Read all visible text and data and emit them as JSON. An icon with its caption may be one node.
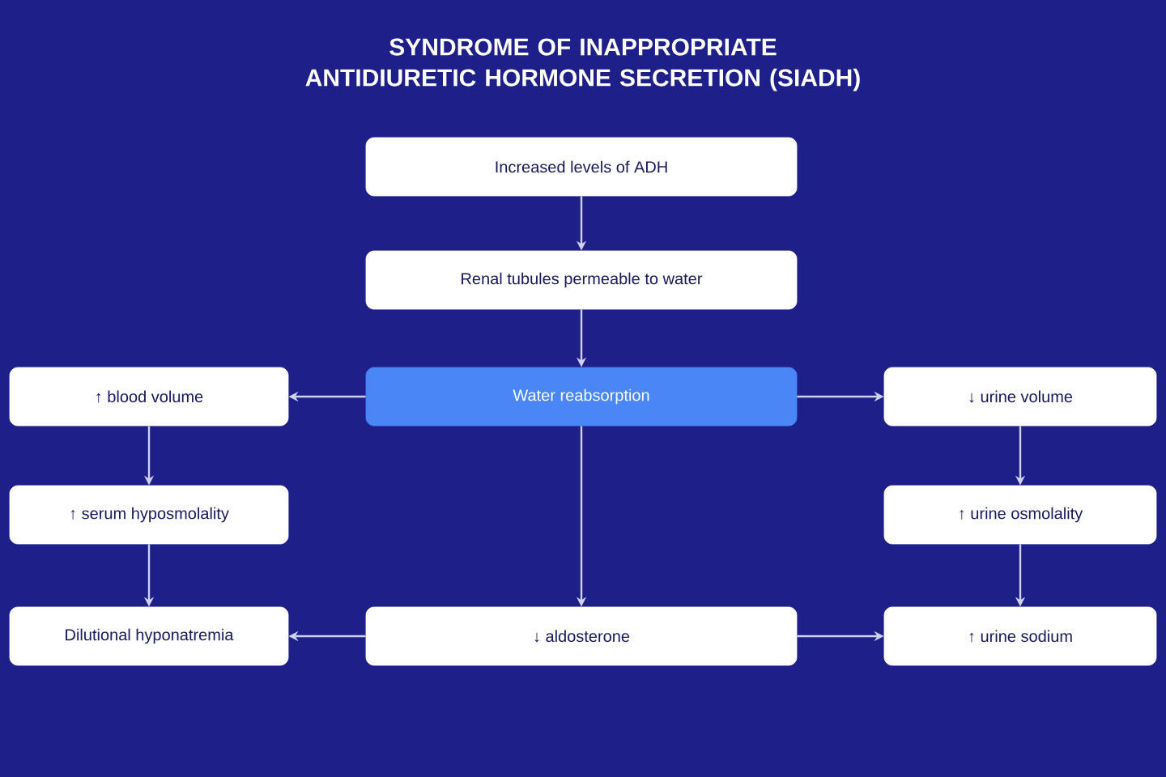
{
  "diagram": {
    "title": "SYNDROME OF INAPPROPRIATE ANTIDIURETIC HORMONE SECRETION (SIADH)",
    "nodes": [
      {
        "text": [
          "Increased levels of ADH"
        ]
      },
      {
        "text": [
          "Renal tubules permeable to water"
        ]
      },
      {
        "text": [
          "Water reabsorption"
        ]
      },
      {
        "text": [
          "↑ blood volume"
        ]
      },
      {
        "text": [
          "↓ urine volume"
        ]
      },
      {
        "text": [
          "↑ serum hyposmolality"
        ]
      },
      {
        "text": [
          "↑ urine osmolality"
        ]
      },
      {
        "text": [
          "Dilutional hyponatremia"
        ]
      },
      {
        "text": [
          "↓ aldosterone"
        ]
      },
      {
        "text": [
          "↑ urine sodium"
        ]
      }
    ],
    "edges": [
      {
        "from": 0,
        "to": 1,
        "arrow": "to"
      },
      {
        "from": 1,
        "to": 2,
        "arrow": "to"
      },
      {
        "from": 2,
        "to": 3,
        "arrow": "to"
      },
      {
        "from": 2,
        "to": 4,
        "arrow": "to"
      },
      {
        "from": 2,
        "to": 8,
        "arrow": "to"
      },
      {
        "from": 3,
        "to": 5,
        "arrow": "to"
      },
      {
        "from": 5,
        "to": 7,
        "arrow": "to"
      },
      {
        "from": 4,
        "to": 6,
        "arrow": "to"
      },
      {
        "from": 6,
        "to": 9,
        "arrow": "to"
      },
      {
        "from": 8,
        "to": 7,
        "arrow": "to"
      },
      {
        "from": 8,
        "to": 9,
        "arrow": "to"
      }
    ]
  }
}
